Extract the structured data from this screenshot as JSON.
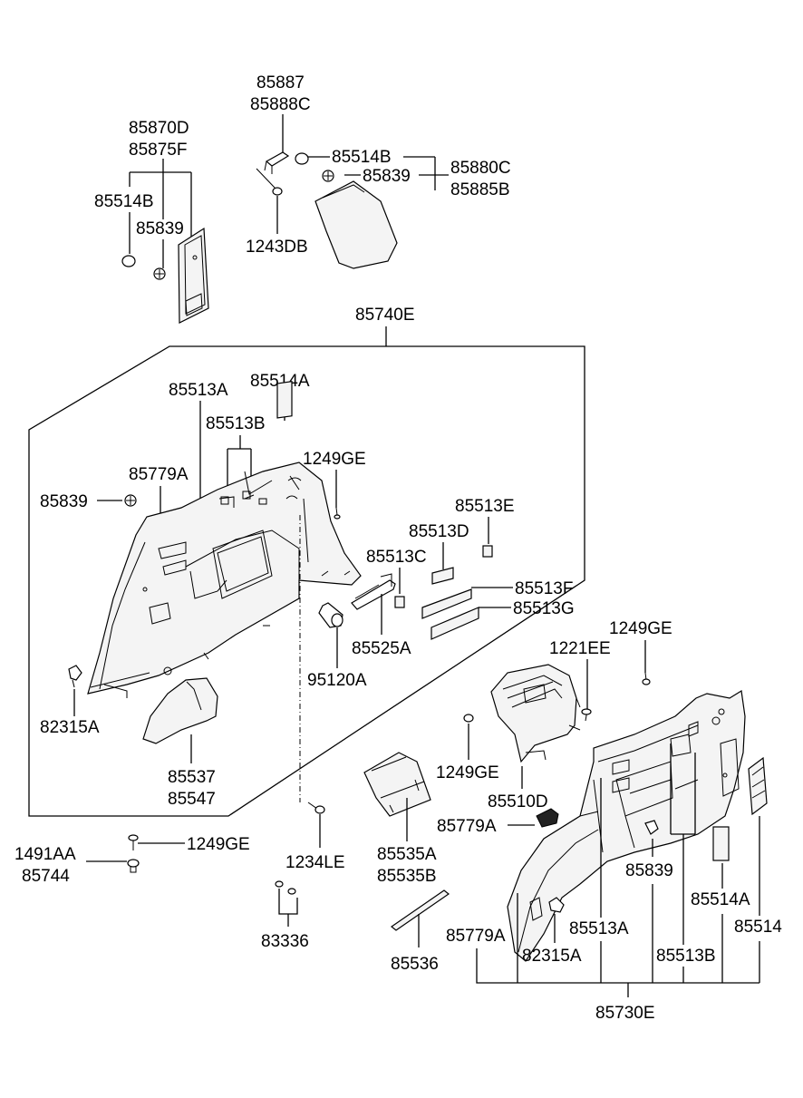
{
  "diagram": {
    "part_numbers": {
      "p85887": "85887",
      "p85888C": "85888C",
      "p85870D": "85870D",
      "p85875F": "85875F",
      "p85514B_top": "85514B",
      "p85839_top_right": "85839",
      "p85880C": "85880C",
      "p85885B": "85885B",
      "p85514B_left": "85514B",
      "p85839_left": "85839",
      "p1243DB": "1243DB",
      "p85740E": "85740E",
      "p85513A_upper": "85513A",
      "p85514A_upper": "85514A",
      "p85513B_upper": "85513B",
      "p1249GE_upper": "1249GE",
      "p85779A_upper": "85779A",
      "p85839_mid": "85839",
      "p85513E": "85513E",
      "p85513D": "85513D",
      "p85513C": "85513C",
      "p85513F": "85513F",
      "p85513G": "85513G",
      "p85525A": "85525A",
      "p95120A": "95120A",
      "p1249GE_right": "1249GE",
      "p1221EE": "1221EE",
      "p82315A_upper": "82315A",
      "p85537": "85537",
      "p85547": "85547",
      "p1249GE_center": "1249GE",
      "p85510D": "85510D",
      "p1249GE_lower": "1249GE",
      "p1491AA": "1491AA",
      "p85744": "85744",
      "p1234LE": "1234LE",
      "p85535A": "85535A",
      "p85535B": "85535B",
      "p85779A_lower": "85779A",
      "p85839_lower": "85839",
      "p83336": "83336",
      "p85514A_lower": "85514A",
      "p85514": "85514",
      "p85779A_bottom": "85779A",
      "p85513A_lower": "85513A",
      "p85536": "85536",
      "p82315A_lower": "82315A",
      "p85513B_lower": "85513B",
      "p85730E": "85730E"
    }
  }
}
